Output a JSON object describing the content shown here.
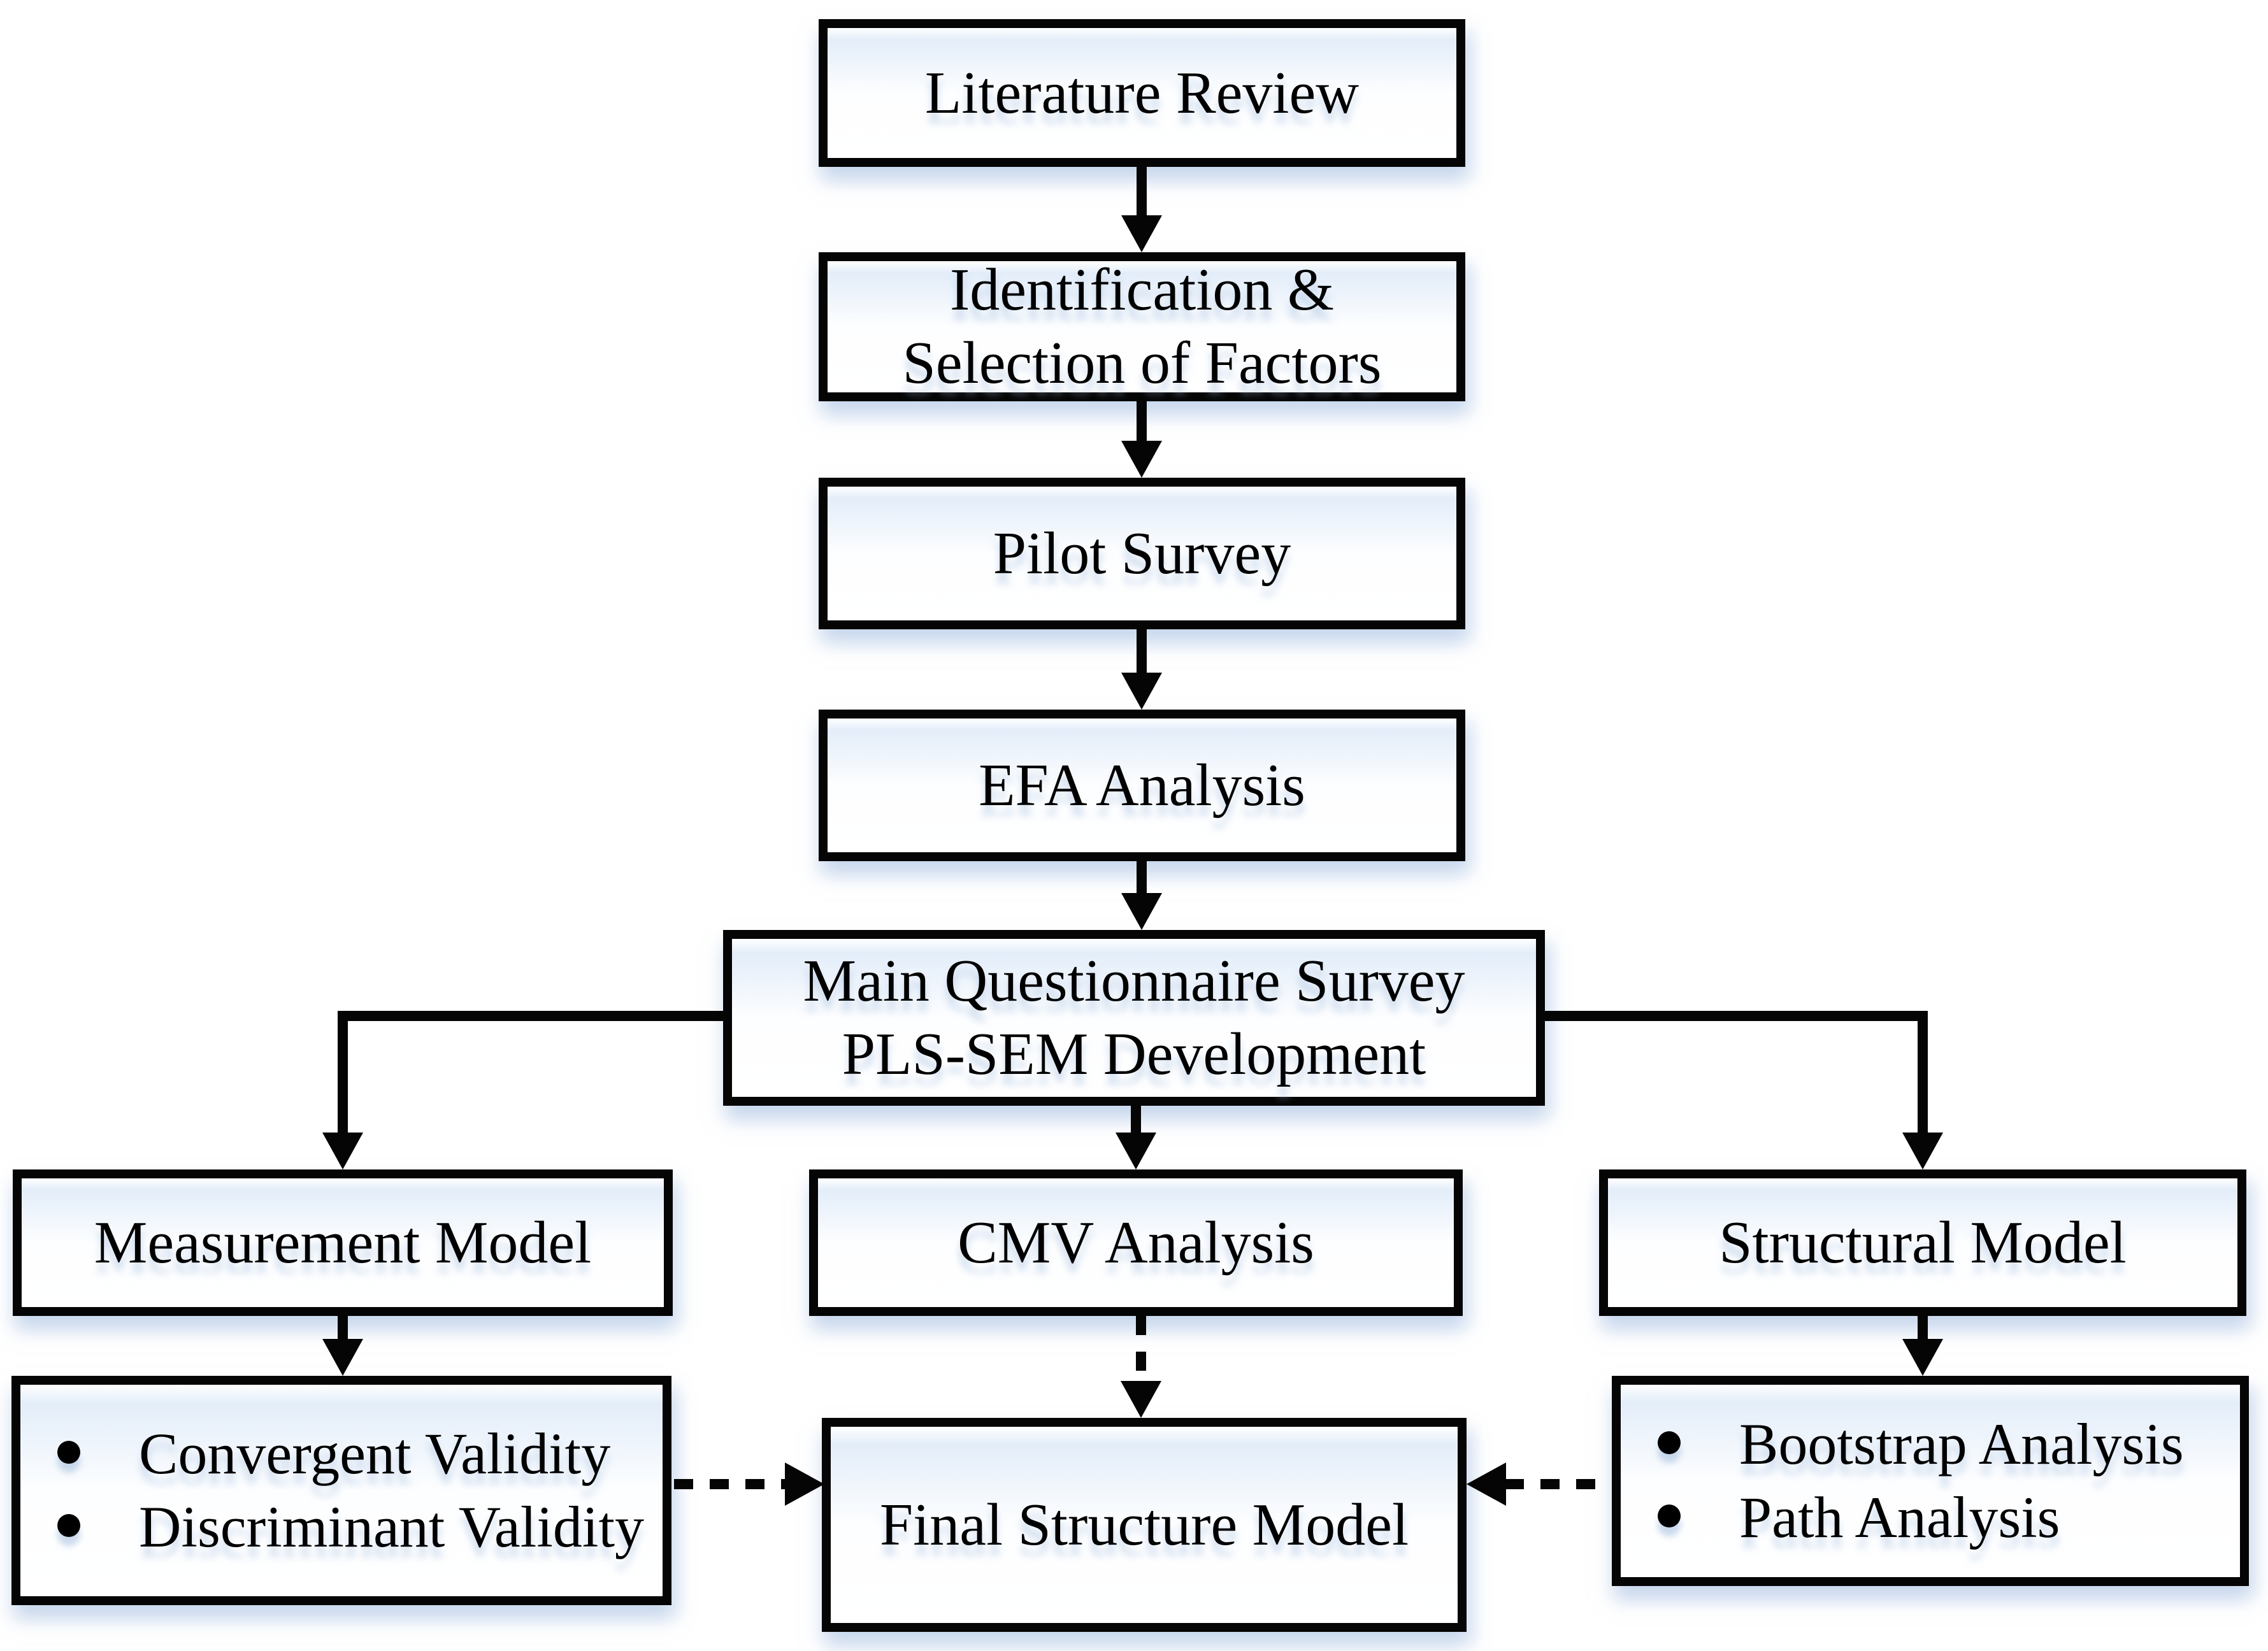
{
  "colors": {
    "line": "#050505",
    "box_fill": "#ffffff",
    "glow": "#e3edf9",
    "text": "#000000"
  },
  "nodes": {
    "literature_review": {
      "label": "Literature Review"
    },
    "identification_selection": {
      "label": "Identification &\nSelection of Factors"
    },
    "pilot_survey": {
      "label": "Pilot Survey"
    },
    "efa_analysis": {
      "label": "EFA Analysis"
    },
    "main_questionnaire": {
      "label": "Main Questionnaire Survey\nPLS-SEM Development"
    },
    "measurement_model": {
      "label": "Measurement Model"
    },
    "cmv_analysis": {
      "label": "CMV Analysis"
    },
    "structural_model": {
      "label": "Structural Model"
    },
    "final_structure_model": {
      "label": "Final Structure Model"
    },
    "measurement_outputs": {
      "items": [
        "Convergent Validity",
        "Discriminant Validity"
      ]
    },
    "structural_outputs": {
      "items": [
        "Bootstrap Analysis",
        "Path Analysis"
      ]
    }
  },
  "edges": [
    {
      "from": "literature_review",
      "to": "identification_selection",
      "style": "solid-arrow"
    },
    {
      "from": "identification_selection",
      "to": "pilot_survey",
      "style": "solid-arrow"
    },
    {
      "from": "pilot_survey",
      "to": "efa_analysis",
      "style": "solid-arrow"
    },
    {
      "from": "efa_analysis",
      "to": "main_questionnaire",
      "style": "solid-arrow"
    },
    {
      "from": "main_questionnaire",
      "to": "measurement_model",
      "style": "solid-elbow-arrow"
    },
    {
      "from": "main_questionnaire",
      "to": "cmv_analysis",
      "style": "solid-arrow"
    },
    {
      "from": "main_questionnaire",
      "to": "structural_model",
      "style": "solid-elbow-arrow"
    },
    {
      "from": "measurement_model",
      "to": "measurement_outputs",
      "style": "solid-arrow"
    },
    {
      "from": "structural_model",
      "to": "structural_outputs",
      "style": "solid-arrow"
    },
    {
      "from": "cmv_analysis",
      "to": "final_structure_model",
      "style": "dashed-arrow"
    },
    {
      "from": "measurement_outputs",
      "to": "final_structure_model",
      "style": "dashed-arrow"
    },
    {
      "from": "structural_outputs",
      "to": "final_structure_model",
      "style": "dashed-arrow"
    }
  ]
}
